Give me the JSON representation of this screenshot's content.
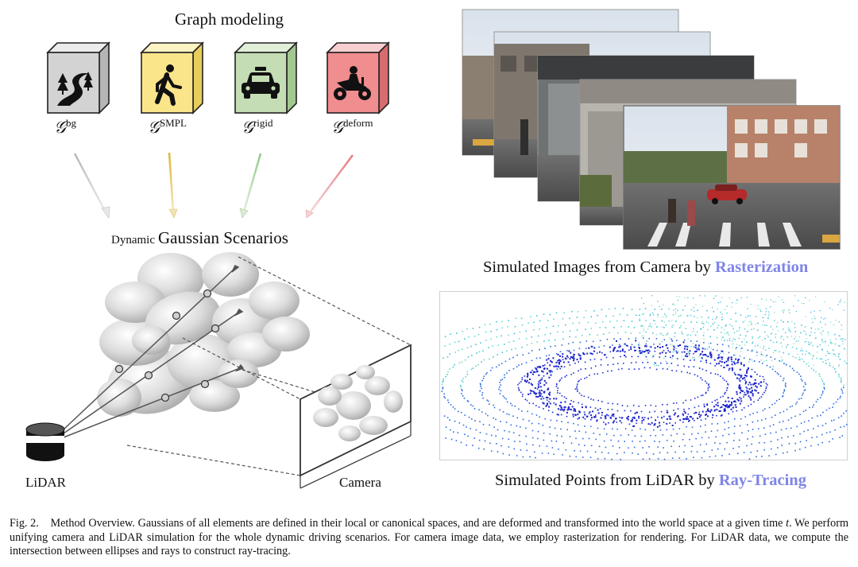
{
  "graph": {
    "title": "Graph modeling",
    "nodes": [
      {
        "base": "𝒢",
        "sup": "bg",
        "color": "#d3d3d3",
        "icon": "road-trees-icon"
      },
      {
        "base": "𝒢",
        "sup": "SMPL",
        "color": "#fbe58a",
        "icon": "pedestrian-icon"
      },
      {
        "base": "𝒢",
        "sup": "rigid",
        "color": "#c4ddb4",
        "icon": "car-icon"
      },
      {
        "base": "𝒢",
        "sup": "deform",
        "color": "#f08d8f",
        "icon": "motorcycle-icon"
      }
    ]
  },
  "scene": {
    "title_small": "Dynamic",
    "title_main": "Gaussian Scenarios",
    "lidar_label": "LiDAR",
    "camera_label": "Camera"
  },
  "right": {
    "camera_caption_prefix": "Simulated Images from Camera by ",
    "camera_caption_accent": "Rasterization",
    "lidar_caption_prefix": "Simulated Points from LiDAR by ",
    "lidar_caption_accent": "Ray-Tracing",
    "accent_color": "#7f84e8"
  },
  "caption": {
    "fig": "Fig. 2.",
    "before_t": "Method Overview. Gaussians of all elements are defined in their local or canonical spaces, and are deformed and transformed into the world space at a given time ",
    "t": "t",
    "after_t": ". We perform unifying camera and LiDAR simulation for the whole dynamic driving scenarios. For camera image data, we employ rasterization for rendering. For LiDAR data, we compute the intersection between ellipses and rays to construct ray-tracing."
  }
}
